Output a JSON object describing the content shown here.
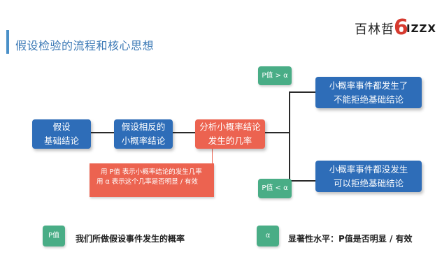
{
  "header": {
    "title": "假设检验的流程和核心思想"
  },
  "logo": {
    "main": "百林哲",
    "six": "6",
    "tail": "IZZX"
  },
  "flow": {
    "step1": [
      "假设",
      "基础结论"
    ],
    "step2": [
      "假设相反的",
      "小概率结论"
    ],
    "step3": [
      "分析小概率结论",
      "发生的几率"
    ]
  },
  "branches": {
    "upper": {
      "condition": "P值 > α",
      "outcome": [
        "小概率事件都发生了",
        "不能拒绝基础结论"
      ]
    },
    "lower": {
      "condition": "P值 < α",
      "outcome": [
        "小概率事件都没发生",
        "可以拒绝基础结论"
      ]
    }
  },
  "note": {
    "lines": [
      "用 P值 表示小概率结论的发生几率",
      "用 α 表示这个几率是否明显 / 有效"
    ]
  },
  "legend": [
    {
      "symbol": "P值",
      "text": "我们所做假设事件发生的概率"
    },
    {
      "symbol": "α",
      "text": "显著性水平：P值是否明显 / 有效"
    }
  ],
  "colors": {
    "blue": "#2e6db8",
    "red": "#ec6350",
    "green": "#49ad86",
    "title": "#3a78b5"
  }
}
